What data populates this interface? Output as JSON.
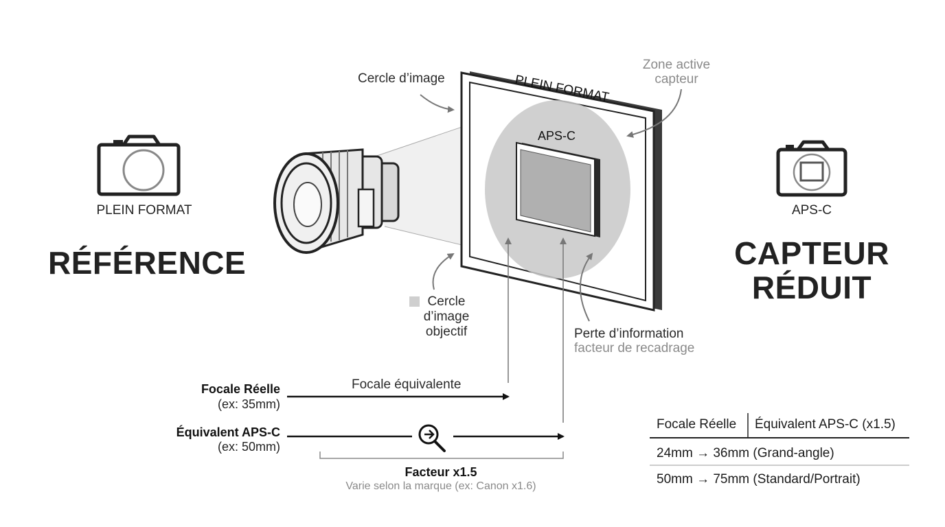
{
  "left_camera": {
    "icon": "camera-icon",
    "label": "PLEIN FORMAT",
    "title": "RÉFÉRENCE"
  },
  "right_camera": {
    "icon": "camera-crop-icon",
    "label": "APS-C",
    "title_line1": "CAPTEUR",
    "title_line2": "RÉDUIT"
  },
  "sensor": {
    "full_frame_label": "PLEIN FORMAT",
    "aps_c_label": "APS-C",
    "zone_active_line1": "Zone active",
    "zone_active_line2": "capteur",
    "image_circle_label": "Cercle d’image"
  },
  "legend": {
    "line1": "Cercle",
    "line2": "d’image",
    "line3": "objectif",
    "swatch_color": "#cfcfcf"
  },
  "loss": {
    "line1": "Perte d’information",
    "line2": "facteur de recadrage"
  },
  "focal": {
    "real_title": "Focale Réelle",
    "real_example": "(ex: 35mm)",
    "equiv_title": "Équivalent APS-C",
    "equiv_example": "(ex: 50mm)",
    "arrow_label": "Focale équivalente",
    "zoom_icon": "zoom-in-icon",
    "factor_title": "Facteur x1.5",
    "factor_note": "Varie selon la marque (ex: Canon x1.6)"
  },
  "table": {
    "headers": [
      "Focale Réelle",
      "Équivalent APS-C (x1.5)"
    ],
    "rows": [
      "24mm → 36mm (Grand-angle)",
      "50mm → 75mm (Standard/Portrait)"
    ]
  }
}
